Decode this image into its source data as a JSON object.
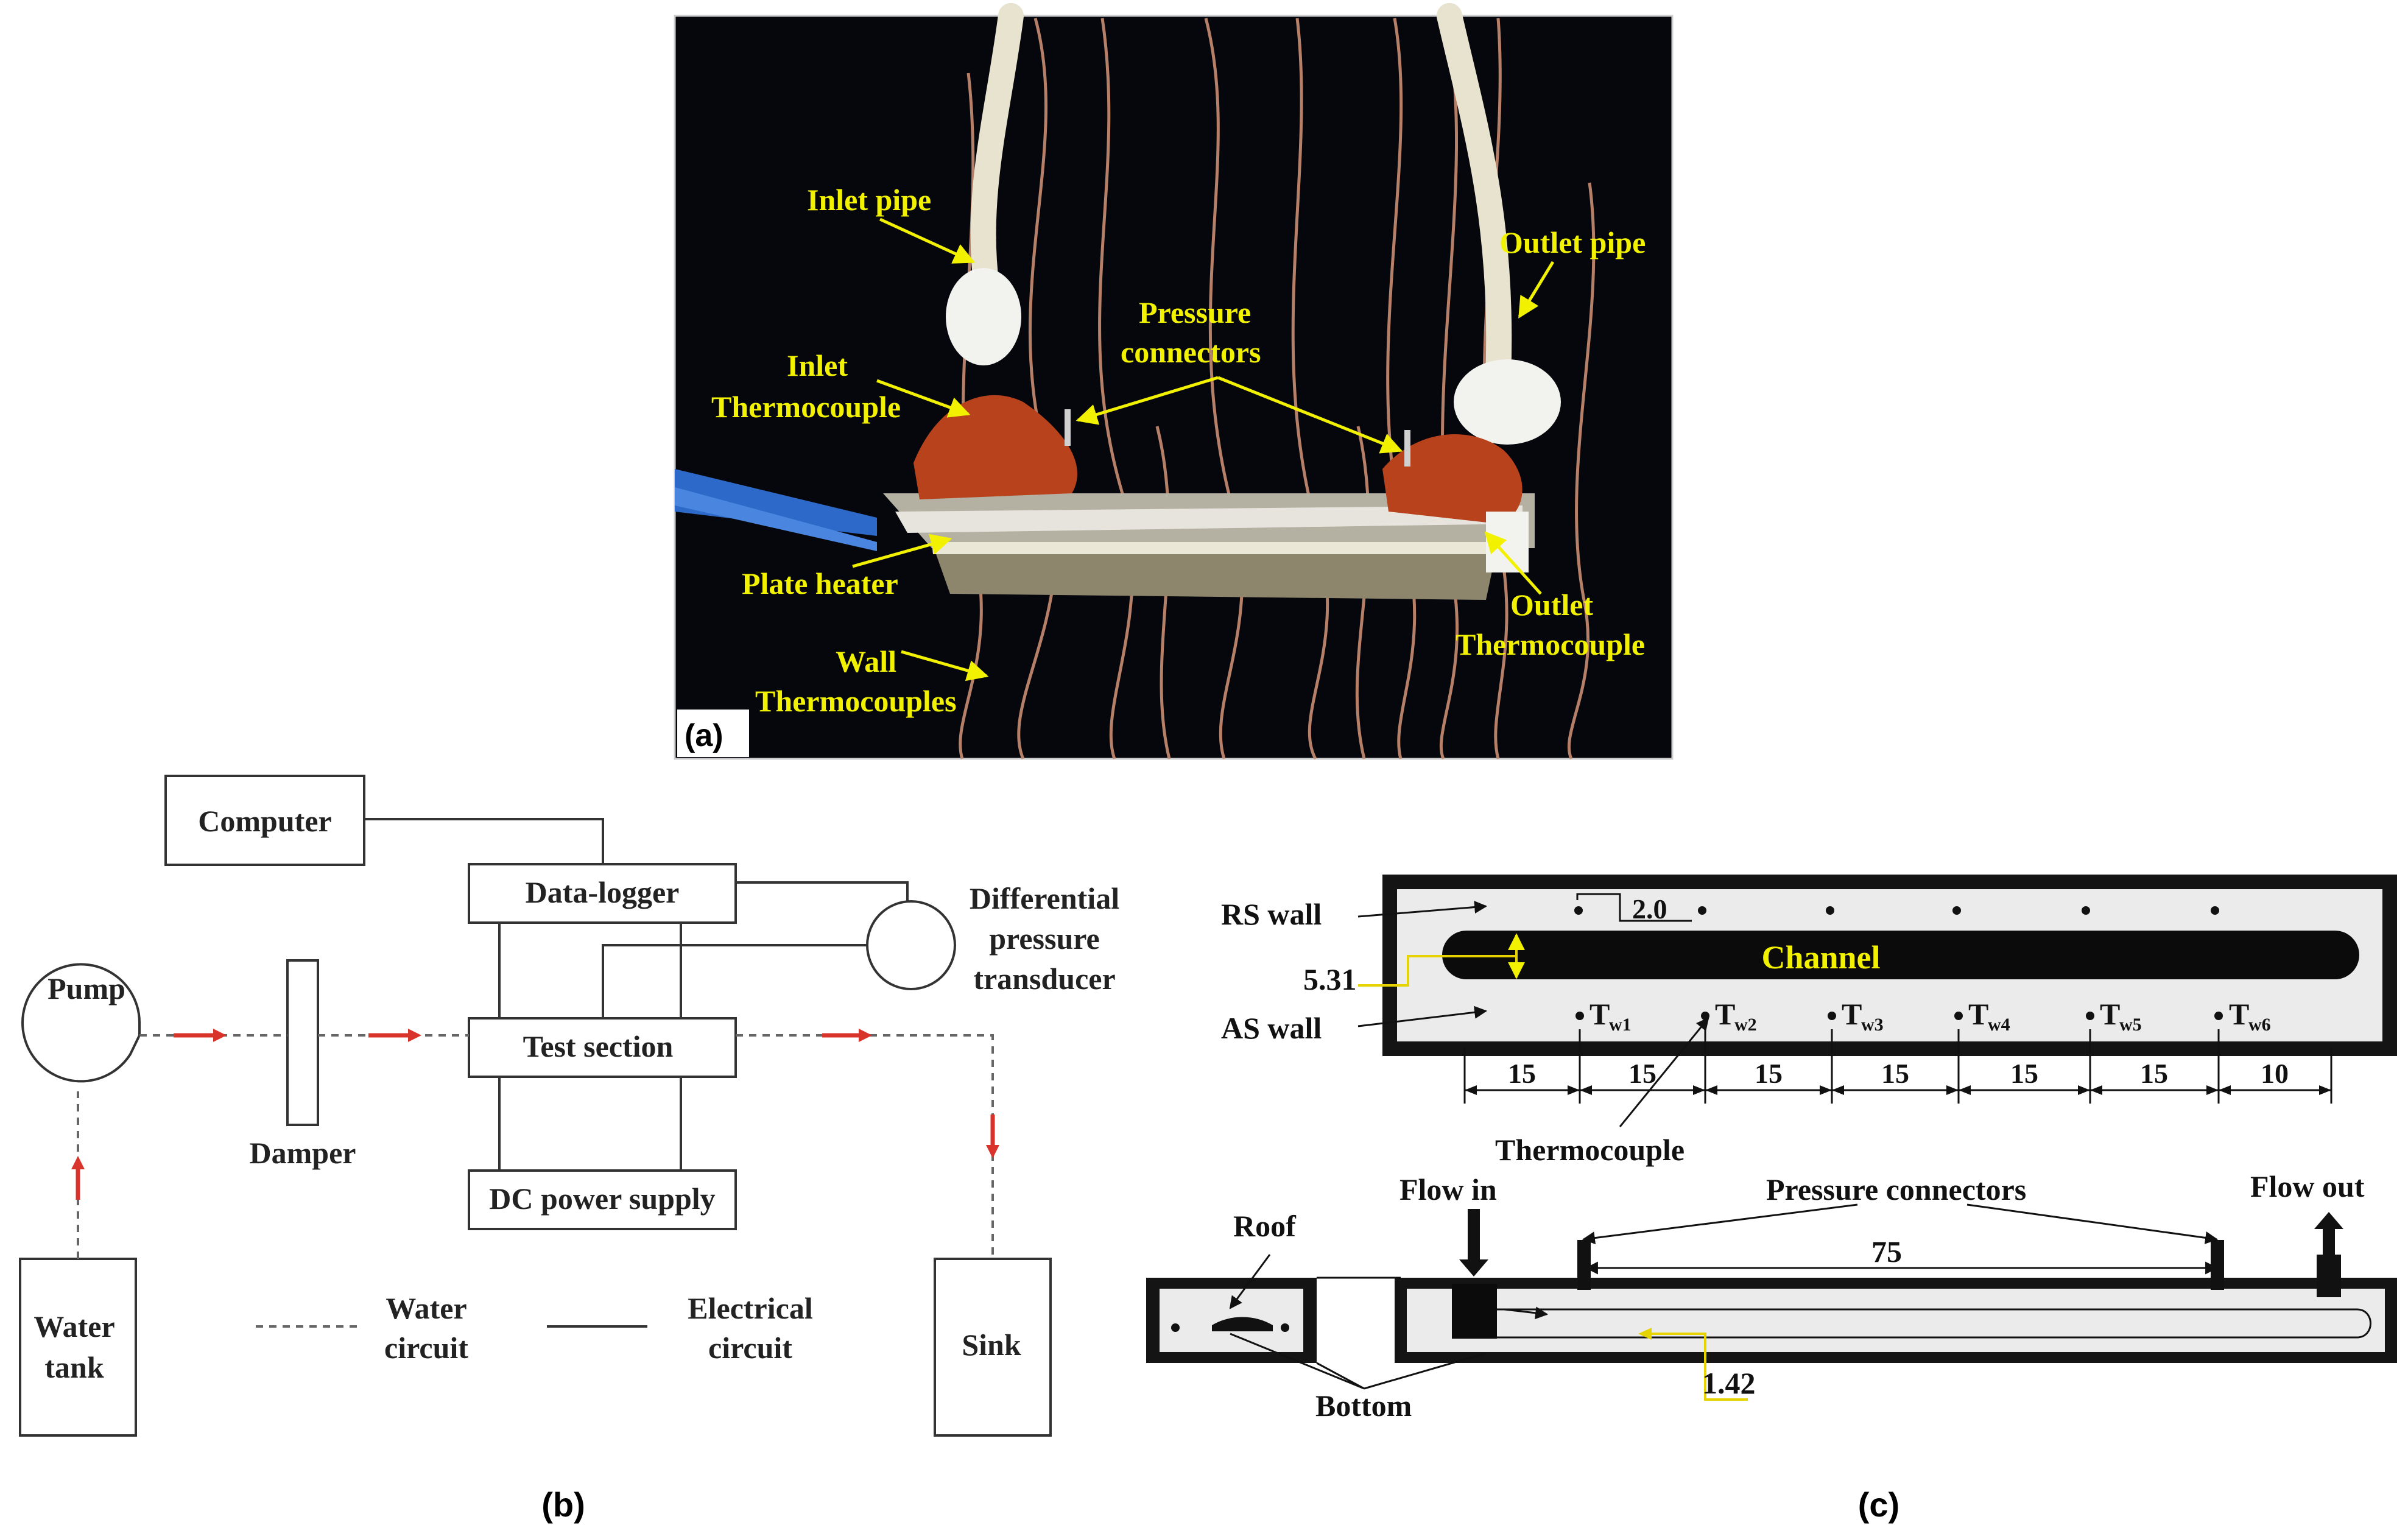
{
  "panel_a": {
    "tag": "(a)",
    "labels": {
      "inlet_pipe": "Inlet pipe",
      "outlet_pipe": "Outlet pipe",
      "pressure_1": "Pressure",
      "pressure_2": "connectors",
      "inlet_tc_1": "Inlet",
      "inlet_tc_2": "Thermocouple",
      "plate_heater": "Plate heater",
      "outlet_tc_1": "Outlet",
      "outlet_tc_2": "Thermocouple",
      "wall_tc_1": "Wall",
      "wall_tc_2": "Thermocouples"
    },
    "colors": {
      "label": "#f2f200",
      "background": "#05070c",
      "sealant": "#b8421c"
    }
  },
  "panel_b": {
    "tag": "(b)",
    "computer": "Computer",
    "datalogger": "Data-logger",
    "dpt_1": "Differential",
    "dpt_2": "pressure",
    "dpt_3": "transducer",
    "pump": "Pump",
    "damper": "Damper",
    "test_section": "Test section",
    "dc_power": "DC power supply",
    "water_tank_1": "Water",
    "water_tank_2": "tank",
    "sink": "Sink",
    "legend_water_1": "Water",
    "legend_water_2": "circuit",
    "legend_elec_1": "Electrical",
    "legend_elec_2": "circuit",
    "colors": {
      "flow_arrow": "#d9342b",
      "line": "#333333"
    }
  },
  "panel_c": {
    "tag": "(c)",
    "rs_wall": "RS wall",
    "as_wall": "AS wall",
    "channel": "Channel",
    "dim_2": "2.0",
    "dim_531": "5.31",
    "tw": [
      {
        "T": "T",
        "sub": "w1"
      },
      {
        "T": "T",
        "sub": "w2"
      },
      {
        "T": "T",
        "sub": "w3"
      },
      {
        "T": "T",
        "sub": "w4"
      },
      {
        "T": "T",
        "sub": "w5"
      },
      {
        "T": "T",
        "sub": "w6"
      }
    ],
    "spacing": [
      "15",
      "15",
      "15",
      "15",
      "15",
      "15",
      "10"
    ],
    "thermocouple": "Thermocouple",
    "flow_in": "Flow in",
    "flow_out": "Flow out",
    "pressure_connectors": "Pressure connectors",
    "dim_75": "75",
    "roof": "Roof",
    "bottom": "Bottom",
    "dim_142": "1.42",
    "colors": {
      "channel_label": "#f2f200",
      "callout": "#e6d400"
    }
  }
}
